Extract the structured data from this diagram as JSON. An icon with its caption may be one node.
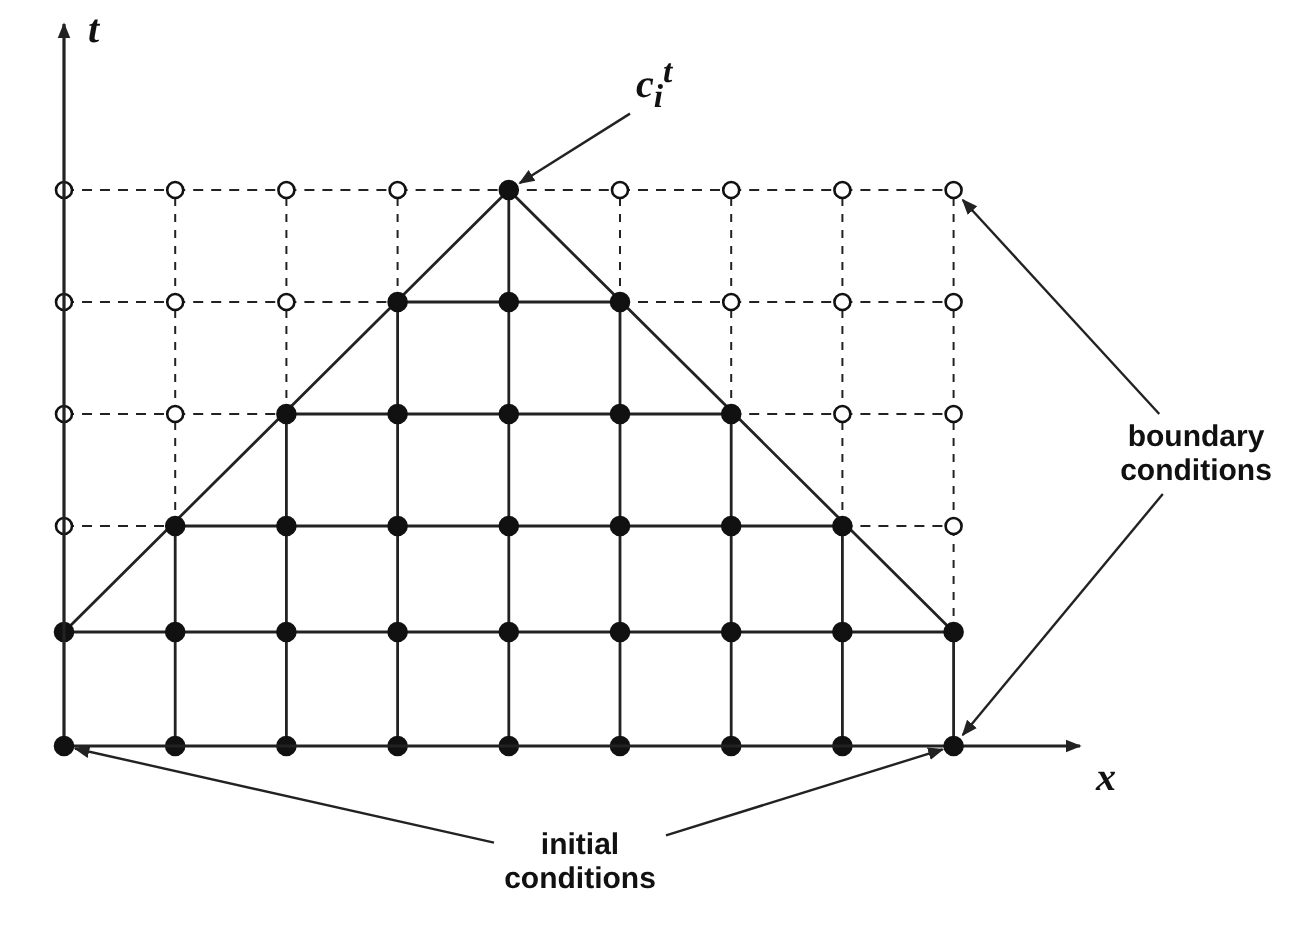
{
  "diagram": {
    "nodes": [
      {
        "text": [
          "c$_{i}$$^{t}$"
        ]
      },
      {
        "text": [],
        "shape": "circle"
      },
      {
        "text": [
          "boundary conditions"
        ]
      },
      {
        "text": [],
        "shape": "circle"
      },
      {
        "text": [],
        "shape": "circle"
      },
      {
        "text": [
          "initial conditions"
        ]
      },
      {
        "text": [],
        "shape": "circle"
      }
    ],
    "edges": [
      {
        "from": 0,
        "to": 1,
        "arrow": "to"
      },
      {
        "from": 2,
        "to": 3,
        "arrow": "to"
      },
      {
        "from": 2,
        "to": 4,
        "arrow": "to"
      },
      {
        "from": 5,
        "to": 6,
        "arrow": "to"
      },
      {
        "from": 5,
        "to": 4,
        "arrow": "to"
      }
    ],
    "labels": [
      "t",
      "x"
    ]
  }
}
